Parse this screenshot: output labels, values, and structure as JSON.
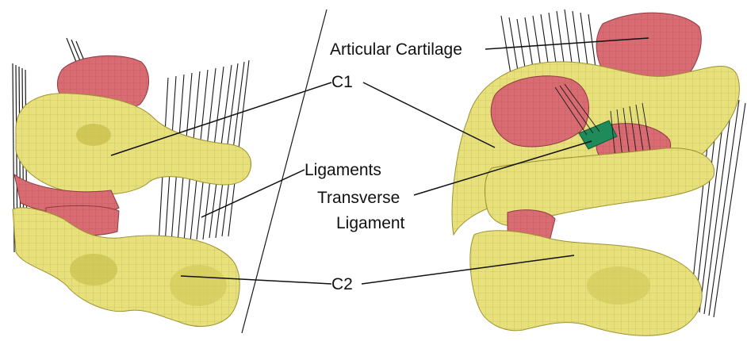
{
  "labels": {
    "articular_cartilage": "Articular Cartilage",
    "c1": "C1",
    "ligaments": "Ligaments",
    "transverse_line1": "Transverse",
    "transverse_line2": "Ligament",
    "c2": "C2"
  },
  "colors": {
    "bone": "#e8e07a",
    "bone_dark": "#c9c04f",
    "cartilage": "#d96b72",
    "cartilage_dark": "#b84f58",
    "transverse_ligament": "#1f8a5a",
    "ligament_line": "#1a1a1a",
    "mesh": "#8a8a3a"
  }
}
